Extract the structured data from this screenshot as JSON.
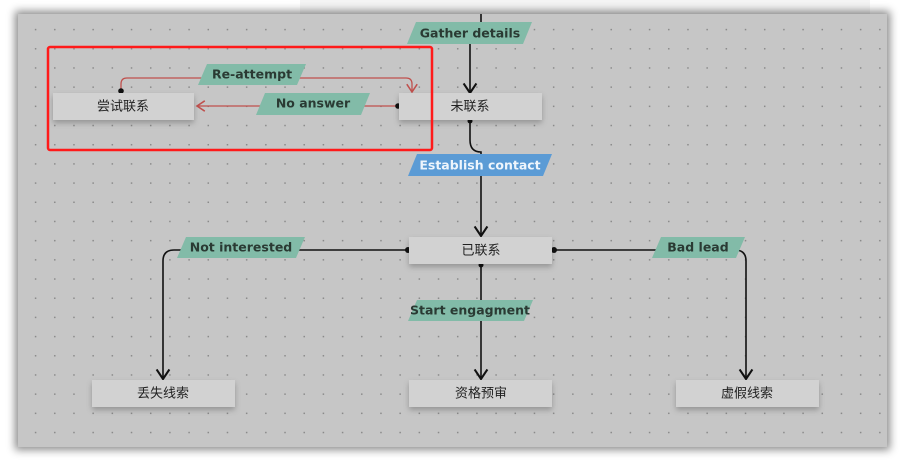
{
  "nodes": {
    "attempt_contact": "尝试联系",
    "uncontacted": "未联系",
    "contacted": "已联系",
    "lost_lead": "丢失线索",
    "prequalify": "资格预审",
    "fake_lead": "虚假线索"
  },
  "transitions": {
    "gather_details": "Gather details",
    "re_attempt": "Re-attempt",
    "no_answer": "No answer",
    "establish_contact": "Establish contact",
    "not_interested": "Not interested",
    "bad_lead": "Bad lead",
    "start_engagement": "Start engagment"
  },
  "colors": {
    "label_green": "#82bba8",
    "label_blue": "#5b9bd5",
    "red_edge": "#c0504d",
    "highlight": "#ff1a1a"
  }
}
